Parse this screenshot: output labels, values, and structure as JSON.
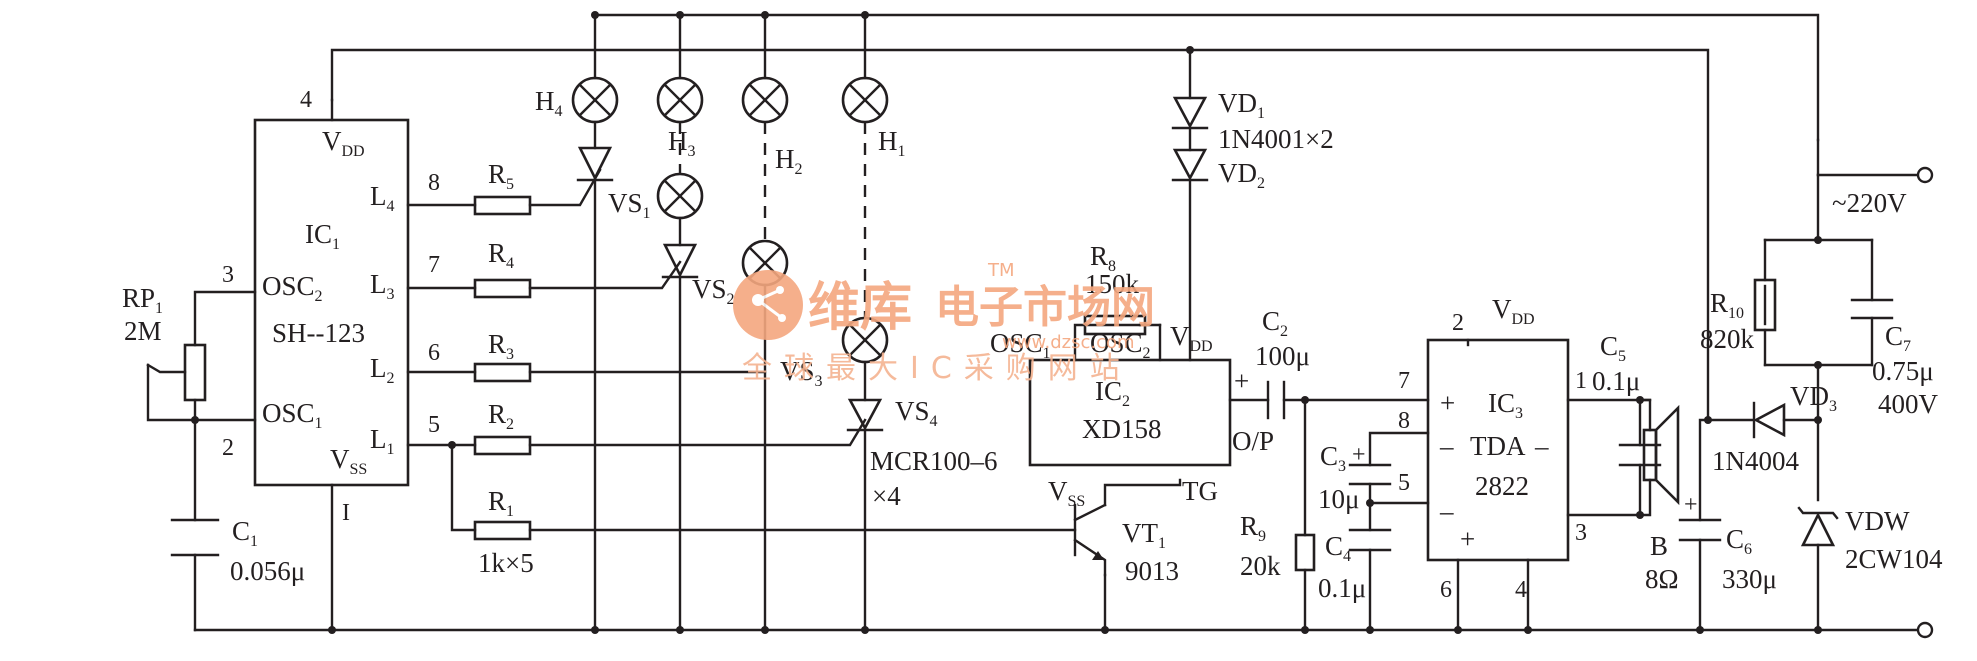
{
  "ic1": {
    "ref": "IC",
    "ref_sub": "1",
    "model": "SH--123",
    "vdd": "V",
    "vdd_sub": "DD",
    "vss": "V",
    "vss_sub": "SS",
    "osc2": "OSC",
    "osc2_sub": "2",
    "osc1": "OSC",
    "osc1_sub": "1",
    "l4": "L",
    "l4_sub": "4",
    "l3": "L",
    "l3_sub": "3",
    "l2": "L",
    "l2_sub": "2",
    "l1": "L",
    "l1_sub": "1",
    "pin4": "4",
    "pin8": "8",
    "pin7": "7",
    "pin6": "6",
    "pin5": "5",
    "pin3": "3",
    "pin2": "2",
    "pin1": "I"
  },
  "rp1": {
    "ref": "RP",
    "sub": "1",
    "value": "2M"
  },
  "c1": {
    "ref": "C",
    "sub": "1",
    "value": "0.056μ"
  },
  "resistors": {
    "r5": "R",
    "r5_sub": "5",
    "r4": "R",
    "r4_sub": "4",
    "r3": "R",
    "r3_sub": "3",
    "r2": "R",
    "r2_sub": "2",
    "r1": "R",
    "r1_sub": "1",
    "r1_value": "1k×5"
  },
  "lamps": {
    "h4": "H",
    "h4_sub": "4",
    "h3": "H",
    "h3_sub": "3",
    "h2": "H",
    "h2_sub": "2",
    "h1": "H",
    "h1_sub": "1"
  },
  "scr": {
    "vs1": "VS",
    "vs1_sub": "1",
    "vs2": "VS",
    "vs2_sub": "2",
    "vs3": "VS",
    "vs3_sub": "3",
    "vs4": "VS",
    "vs4_sub": "4",
    "model": "MCR100–6",
    "count": "×4"
  },
  "vd": {
    "vd1": "VD",
    "vd1_sub": "1",
    "vd2": "VD",
    "vd2_sub": "2",
    "model": "1N4001×2"
  },
  "r8": {
    "ref": "R",
    "sub": "8",
    "value": "150k"
  },
  "ic2": {
    "ref": "IC",
    "ref_sub": "2",
    "model": "XD158",
    "osc1": "OSC",
    "osc1_sub": "1",
    "osc2": "OSC",
    "osc2_sub": "2",
    "vdd": "V",
    "vdd_sub": "DD",
    "vss": "V",
    "vss_sub": "SS",
    "tg": "TG",
    "op": "O/P",
    "plus": "+"
  },
  "vt1": {
    "ref": "VT",
    "sub": "1",
    "model": "9013"
  },
  "c2": {
    "ref": "C",
    "sub": "2",
    "value": "100μ"
  },
  "c3": {
    "ref": "C",
    "sub": "3",
    "value": "10μ",
    "plus": "+"
  },
  "c4": {
    "ref": "C",
    "sub": "4",
    "value": "0.1μ"
  },
  "r9": {
    "ref": "R",
    "sub": "9",
    "value": "20k"
  },
  "ic3": {
    "ref": "IC",
    "ref_sub": "3",
    "model": "TDA",
    "model2": "2822",
    "vdd": "V",
    "vdd_sub": "DD",
    "pin2": "2",
    "pin7": "7",
    "pin8": "8",
    "pin5": "5",
    "pin1": "1",
    "pin3": "3",
    "pin6": "6",
    "pin4": "4",
    "plus": "+",
    "minus": "–",
    "plus2": "+",
    "dash": "–",
    "dash2": "–"
  },
  "c5": {
    "ref": "C",
    "sub": "5",
    "value": "0.1μ"
  },
  "speaker": {
    "ref": "B",
    "value": "8Ω"
  },
  "c6": {
    "ref": "C",
    "sub": "6",
    "value": "330μ",
    "plus": "+"
  },
  "r10": {
    "ref": "R",
    "sub": "10",
    "value": "820k"
  },
  "c7": {
    "ref": "C",
    "sub": "7",
    "value": "0.75μ",
    "voltage": "400V"
  },
  "vd3": {
    "ref": "VD",
    "sub": "3",
    "model": "1N4004"
  },
  "vdw": {
    "ref": "VDW",
    "model": "2CW104"
  },
  "mains": {
    "label": "~220V"
  },
  "watermark": {
    "brand": "维库",
    "product": "电子市场网",
    "tm": "TM",
    "slogan": "全球最大IC采购网站",
    "url": "www.dzsc.com"
  }
}
